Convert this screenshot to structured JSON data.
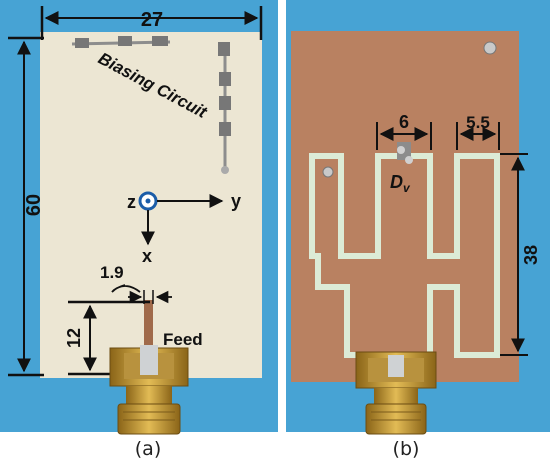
{
  "figure": {
    "panel_a": {
      "caption": "(a)",
      "dim_width": "27",
      "dim_height": "60",
      "dim_feed_length": "12",
      "dim_feed_width": "1.9",
      "label_biasing": "Biasing Circuit",
      "label_feed": "Feed",
      "axis_z": "z",
      "axis_y": "y",
      "axis_x": "x"
    },
    "panel_b": {
      "caption": "(b)",
      "dim_slot_gap": "6",
      "dim_arm_width": "5.5",
      "dim_slot_height": "38",
      "label_varactor_symbol": "D",
      "label_varactor_sub": "v"
    },
    "colors": {
      "background_blue": "#47a3d4",
      "substrate_top": "#ece6d3",
      "copper": "#b98161",
      "slot": "#dcebd6",
      "connector_gold": "#c79a3a"
    }
  }
}
